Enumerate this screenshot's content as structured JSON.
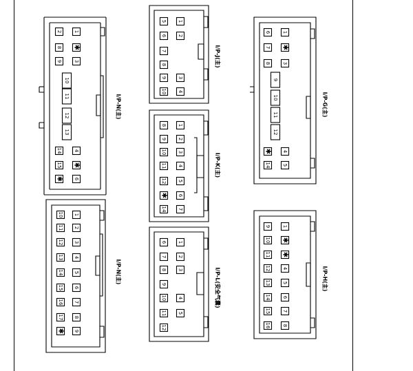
{
  "connectors": [
    {
      "id": "ip-n-upper",
      "name": "I/P-N(主)",
      "cells": [
        {
          "t": "1",
          "c": 4,
          "r": 0
        },
        {
          "t": "2",
          "c": 1,
          "r": 0
        },
        {
          "t": "✱",
          "c": 3,
          "r": 1
        },
        {
          "t": "8",
          "c": 1,
          "r": 1
        },
        {
          "t": "3",
          "c": 3,
          "r": 2
        },
        {
          "t": "9",
          "c": 1,
          "r": 2
        },
        {
          "t": "10",
          "c": 2,
          "r": 3,
          "wide": true
        },
        {
          "t": "11",
          "c": 2,
          "r": 4,
          "wide": true
        },
        {
          "t": "12",
          "c": 2,
          "r": 5,
          "wide": true
        },
        {
          "t": "13",
          "c": 2,
          "r": 6,
          "wide": true
        },
        {
          "t": "4",
          "c": 3,
          "r": 7
        },
        {
          "t": "14",
          "c": 1,
          "r": 7
        },
        {
          "t": "✱",
          "c": 3,
          "r": 8
        },
        {
          "t": "15",
          "c": 1,
          "r": 8
        },
        {
          "t": "6",
          "c": 3,
          "r": 9
        },
        {
          "t": "✱",
          "c": 1,
          "r": 9
        }
      ]
    },
    {
      "id": "ip-n-lower",
      "name": "I/P-N(主)",
      "cells": [
        {
          "t": "1",
          "c": 3,
          "r": 0
        },
        {
          "t": "10",
          "c": 1,
          "r": 0
        },
        {
          "t": "2",
          "c": 3,
          "r": 1
        },
        {
          "t": "11",
          "c": 1,
          "r": 1
        },
        {
          "t": "3",
          "c": 3,
          "r": 2
        },
        {
          "t": "12",
          "c": 1,
          "r": 2
        },
        {
          "t": "4",
          "c": 3,
          "r": 3
        },
        {
          "t": "13",
          "c": 1,
          "r": 3
        },
        {
          "t": "5",
          "c": 3,
          "r": 4
        },
        {
          "t": "14",
          "c": 1,
          "r": 4
        },
        {
          "t": "6",
          "c": 3,
          "r": 5
        },
        {
          "t": "15",
          "c": 1,
          "r": 5
        },
        {
          "t": "7",
          "c": 3,
          "r": 6
        },
        {
          "t": "16",
          "c": 1,
          "r": 6
        },
        {
          "t": "8",
          "c": 3,
          "r": 7
        },
        {
          "t": "17",
          "c": 1,
          "r": 7
        },
        {
          "t": "9",
          "c": 3,
          "r": 8
        },
        {
          "t": "✱",
          "c": 1,
          "r": 8
        }
      ]
    },
    {
      "id": "ip-j",
      "name": "I/P-J(主)",
      "cells": [
        {
          "t": "1",
          "c": 2,
          "r": 0
        },
        {
          "t": "5",
          "c": 1,
          "r": 0
        },
        {
          "t": "2",
          "c": 2,
          "r": 1
        },
        {
          "t": "6",
          "c": 1,
          "r": 1
        },
        {
          "t": "7",
          "c": 1,
          "r": 2
        },
        {
          "t": "8",
          "c": 1,
          "r": 3
        },
        {
          "t": "3",
          "c": 2,
          "r": 4
        },
        {
          "t": "9",
          "c": 1,
          "r": 4
        },
        {
          "t": "4",
          "c": 2,
          "r": 5
        },
        {
          "t": "10",
          "c": 1,
          "r": 5
        }
      ]
    },
    {
      "id": "ip-k",
      "name": "I/P-K(主)",
      "cells": [
        {
          "t": "1",
          "c": 2,
          "r": 0
        },
        {
          "t": "8",
          "c": 1,
          "r": 0
        },
        {
          "t": "2",
          "c": 2,
          "r": 1
        },
        {
          "t": "9",
          "c": 1,
          "r": 1
        },
        {
          "t": "3",
          "c": 2,
          "r": 2
        },
        {
          "t": "10",
          "c": 1,
          "r": 2
        },
        {
          "t": "4",
          "c": 2,
          "r": 3
        },
        {
          "t": "11",
          "c": 1,
          "r": 3
        },
        {
          "t": "5",
          "c": 2,
          "r": 4
        },
        {
          "t": "12",
          "c": 1,
          "r": 4
        },
        {
          "t": "6",
          "c": 2,
          "r": 5
        },
        {
          "t": "✱",
          "c": 1,
          "r": 5
        },
        {
          "t": "7",
          "c": 2,
          "r": 6
        },
        {
          "t": "14",
          "c": 1,
          "r": 6
        }
      ]
    },
    {
      "id": "ip-l",
      "name": "I/P-L(安全气囊)",
      "cells": [
        {
          "t": "1",
          "c": 2,
          "r": 0
        },
        {
          "t": "6",
          "c": 1,
          "r": 0
        },
        {
          "t": "2",
          "c": 2,
          "r": 1
        },
        {
          "t": "7",
          "c": 1,
          "r": 1
        },
        {
          "t": "3",
          "c": 2,
          "r": 2
        },
        {
          "t": "8",
          "c": 1,
          "r": 2
        },
        {
          "t": "9",
          "c": 1,
          "r": 3
        },
        {
          "t": "4",
          "c": 2,
          "r": 4
        },
        {
          "t": "10",
          "c": 1,
          "r": 4
        },
        {
          "t": "5",
          "c": 2,
          "r": 5
        },
        {
          "t": "11",
          "c": 1,
          "r": 5
        },
        {
          "t": "12",
          "c": 1,
          "r": 6
        }
      ]
    },
    {
      "id": "ip-g",
      "name": "I/P-G(主)",
      "cells": [
        {
          "t": "1",
          "c": 3,
          "r": 0
        },
        {
          "t": "6",
          "c": 1,
          "r": 0
        },
        {
          "t": "✱",
          "c": 3,
          "r": 1
        },
        {
          "t": "7",
          "c": 1,
          "r": 1
        },
        {
          "t": "3",
          "c": 3,
          "r": 2
        },
        {
          "t": "8",
          "c": 1,
          "r": 2
        },
        {
          "t": "9",
          "c": 2,
          "r": 3,
          "wide": true
        },
        {
          "t": "10",
          "c": 2,
          "r": 4,
          "wide": true
        },
        {
          "t": "11",
          "c": 2,
          "r": 5,
          "wide": true
        },
        {
          "t": "12",
          "c": 2,
          "r": 6,
          "wide": true
        },
        {
          "t": "4",
          "c": 3,
          "r": 7
        },
        {
          "t": "✱",
          "c": 1,
          "r": 7
        },
        {
          "t": "5",
          "c": 3,
          "r": 8
        },
        {
          "t": "14",
          "c": 1,
          "r": 8
        }
      ]
    },
    {
      "id": "ip-h",
      "name": "I/P-H(主)",
      "cells": [
        {
          "t": "1",
          "c": 3,
          "r": 0
        },
        {
          "t": "9",
          "c": 1,
          "r": 0
        },
        {
          "t": "✱",
          "c": 3,
          "r": 1
        },
        {
          "t": "10",
          "c": 1,
          "r": 1
        },
        {
          "t": "✱",
          "c": 3,
          "r": 2
        },
        {
          "t": "11",
          "c": 1,
          "r": 2
        },
        {
          "t": "4",
          "c": 3,
          "r": 3
        },
        {
          "t": "12",
          "c": 1,
          "r": 3
        },
        {
          "t": "5",
          "c": 3,
          "r": 4
        },
        {
          "t": "13",
          "c": 1,
          "r": 4
        },
        {
          "t": "6",
          "c": 3,
          "r": 5
        },
        {
          "t": "14",
          "c": 1,
          "r": 5
        },
        {
          "t": "7",
          "c": 3,
          "r": 6
        },
        {
          "t": "15",
          "c": 1,
          "r": 6
        },
        {
          "t": "8",
          "c": 3,
          "r": 7
        },
        {
          "t": "16",
          "c": 1,
          "r": 7
        }
      ]
    }
  ]
}
